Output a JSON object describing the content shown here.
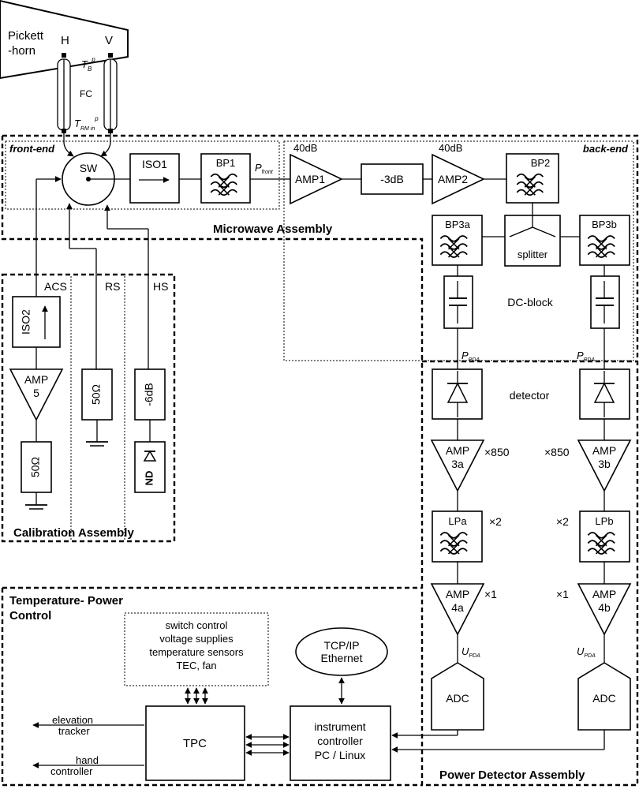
{
  "feed": {
    "horn_line1": "Pickett",
    "horn_line2": "-horn",
    "port_h": "H",
    "port_v": "V",
    "tb_sym": "T",
    "tb_sub": "B",
    "tb_sup": "p",
    "fc": "FC",
    "trm_sym": "T",
    "trm_sub": "RM in",
    "trm_sup": "p"
  },
  "assemblies": {
    "front_end": "front-end",
    "back_end": "back-end",
    "microwave": "Microwave Assembly",
    "calibration": "Calibration Assembly",
    "tpc_line1": "Temperature- Power",
    "tpc_line2": "Control",
    "power_detector": "Power Detector Assembly"
  },
  "microwave": {
    "sw": "SW",
    "iso1": "ISO1",
    "bp1": "BP1",
    "p_front_sym": "P",
    "p_front_sub": "front",
    "gain1": "40dB",
    "amp1": "AMP1",
    "atten": "-3dB",
    "gain2": "40dB",
    "amp2": "AMP2",
    "bp2": "BP2",
    "bp3a": "BP3a",
    "bp3b": "BP3b",
    "splitter": "splitter",
    "dc_block": "DC-block"
  },
  "calibration": {
    "acs": "ACS",
    "rs": "RS",
    "hs": "HS",
    "iso2": "ISO2",
    "amp5_line1": "AMP",
    "amp5_line2": "5",
    "load_acs": "50Ω",
    "load_rs": "50Ω",
    "atten_hs": "-6dB",
    "nd": "ND"
  },
  "detector": {
    "ppda_sym": "P",
    "ppda_sub": "PDA",
    "detector": "detector",
    "amp3_line1": "AMP",
    "amp3a_line2": "3a",
    "amp3b_line2": "3b",
    "gain3": "×850",
    "lpa": "LPa",
    "lpb": "LPb",
    "gain_lp": "×2",
    "amp4_line1": "AMP",
    "amp4a_line2": "4a",
    "amp4b_line2": "4b",
    "gain4": "×1",
    "updA_sym": "U",
    "updA_sub": "PDA",
    "adc": "ADC"
  },
  "control": {
    "supplies_line1": "switch control",
    "supplies_line2": "voltage supplies",
    "supplies_line3": "temperature sensors",
    "supplies_line4": "TEC, fan",
    "tcp_line1": "TCP/IP",
    "tcp_line2": "Ethernet",
    "elev_line1": "elevation",
    "elev_line2": "tracker",
    "hand_line1": "hand",
    "hand_line2": "controller",
    "tpc": "TPC",
    "ic_line1": "instrument",
    "ic_line2": "controller",
    "ic_line3": "PC / Linux"
  }
}
